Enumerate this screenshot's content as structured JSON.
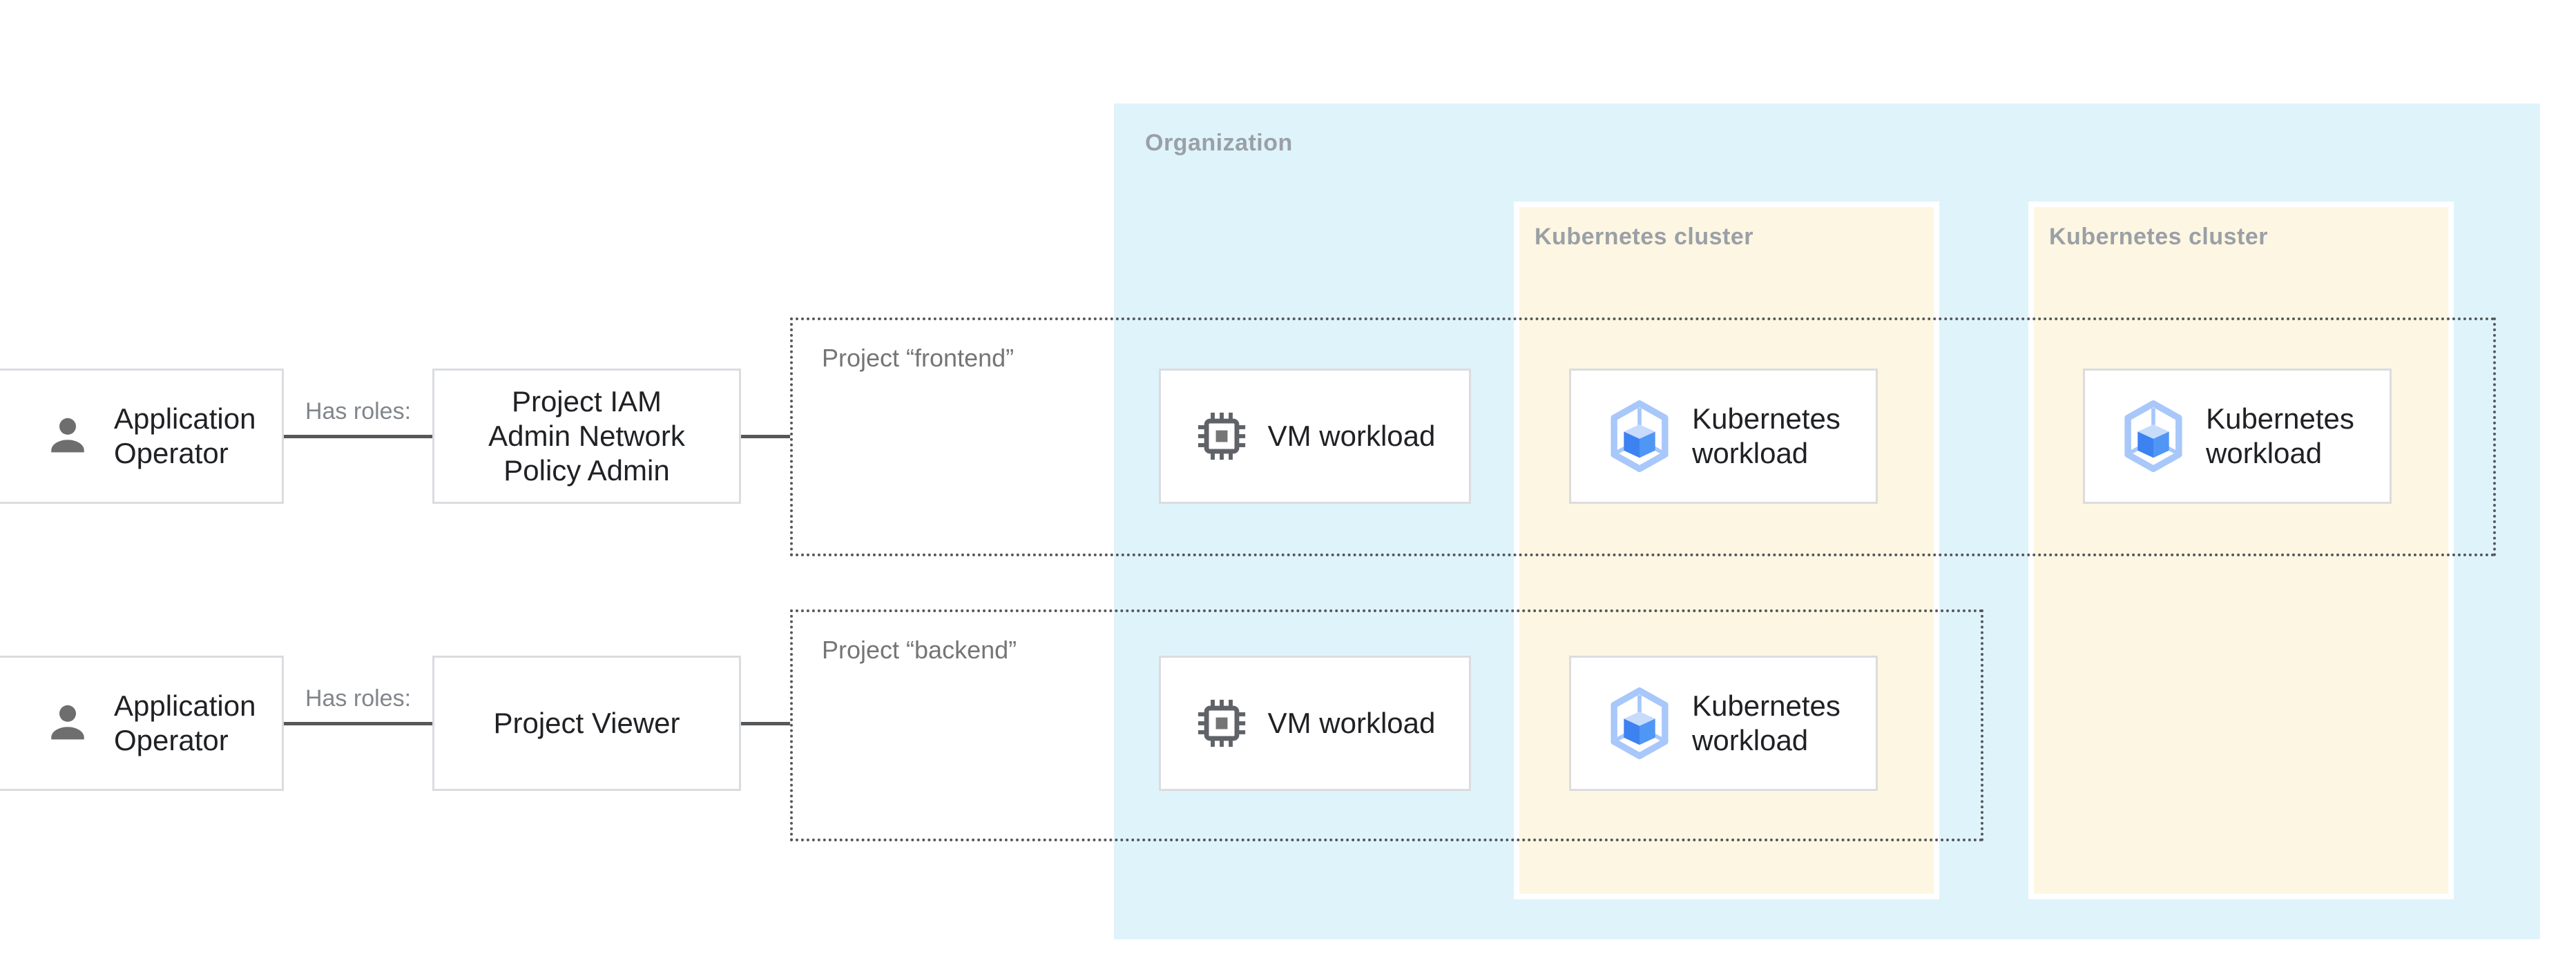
{
  "zones": {
    "organization": {
      "label": "Organization"
    },
    "clusters": [
      {
        "label": "Kubernetes cluster"
      },
      {
        "label": "Kubernetes cluster"
      }
    ],
    "projects": [
      {
        "label": "Project “frontend”"
      },
      {
        "label": "Project “backend”"
      }
    ]
  },
  "actors": [
    {
      "label_lines": [
        "Application",
        "Operator"
      ],
      "relation": "Has roles:"
    },
    {
      "label_lines": [
        "Application",
        "Operator"
      ],
      "relation": "Has roles:"
    }
  ],
  "roles": [
    {
      "label_lines": [
        "Project IAM",
        "Admin Network",
        "Policy Admin"
      ]
    },
    {
      "label_lines": [
        "Project Viewer"
      ]
    }
  ],
  "workloads": {
    "frontend_vm": {
      "label_lines": [
        "VM workload"
      ],
      "icon": "vm-chip-icon"
    },
    "frontend_k8s_cluster1": {
      "label_lines": [
        "Kubernetes",
        "workload"
      ],
      "icon": "gke-hexagon-icon"
    },
    "frontend_k8s_cluster2": {
      "label_lines": [
        "Kubernetes",
        "workload"
      ],
      "icon": "gke-hexagon-icon"
    },
    "backend_vm": {
      "label_lines": [
        "VM workload"
      ],
      "icon": "vm-chip-icon"
    },
    "backend_k8s_cluster1": {
      "label_lines": [
        "Kubernetes",
        "workload"
      ],
      "icon": "gke-hexagon-icon"
    }
  },
  "colors": {
    "organization_bg": "#DFF3FB",
    "cluster_bg": "#FDF6E2",
    "cluster_border": "#FFFFFF",
    "node_border": "#DADCE0",
    "node_text": "#202124",
    "zone_label": "#9AA0A6",
    "relation_label": "#80868B",
    "project_label": "#757575",
    "connector": "#555759",
    "dashed_boundary": "#55585B",
    "person_icon": "#6E6E6E",
    "chip_icon": "#5F6368",
    "gke_hexagon": "#A8C7FA",
    "gke_cube_top": "#C7DBFB",
    "gke_cube_left": "#3C82F0",
    "gke_cube_right": "#5096F5"
  }
}
